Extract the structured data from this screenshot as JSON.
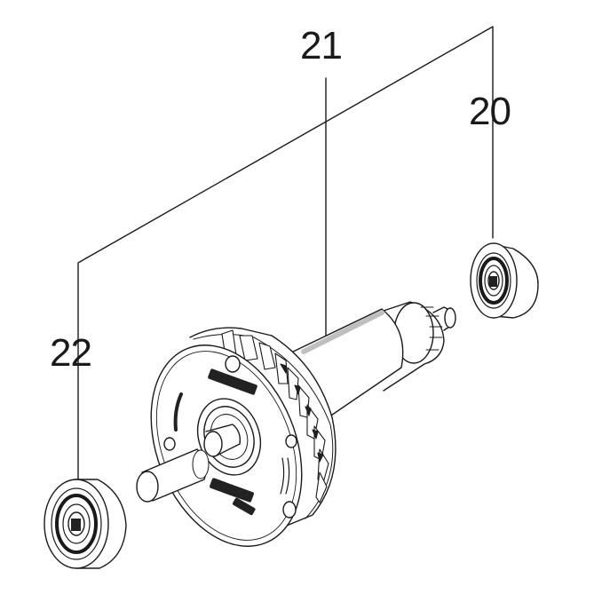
{
  "callouts": {
    "part_20": "20",
    "part_21": "21",
    "part_22": "22"
  },
  "colors": {
    "line": "#1a1a1a",
    "part_fill": "#ffffff",
    "shade": "#bfbfbf",
    "dark": "#222222"
  }
}
